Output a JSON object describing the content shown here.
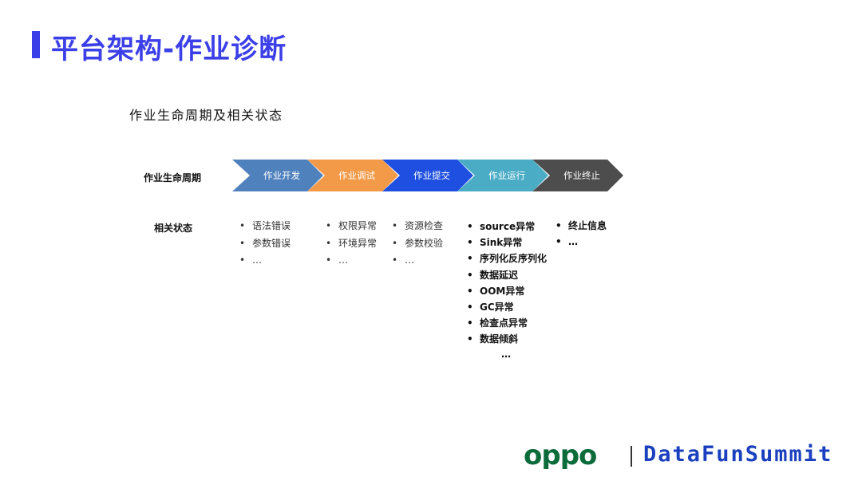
{
  "slide": {
    "title": "平台架构-作业诊断",
    "subtitle": "作业生命周期及相关状态",
    "colors": {
      "accent": "#3b3fe8",
      "brand": "#0b6b3a",
      "brand2": "#1a3fbf"
    }
  },
  "lifecycle": {
    "row_label": "作业生命周期",
    "stages": [
      {
        "label": "作业开发",
        "color": "#4f81bd"
      },
      {
        "label": "作业调试",
        "color": "#f39a48"
      },
      {
        "label": "作业提交",
        "color": "#1f4fe0"
      },
      {
        "label": "作业运行",
        "color": "#4bacc6"
      },
      {
        "label": "作业终止",
        "color": "#4d4d4d"
      }
    ]
  },
  "status": {
    "row_label": "相关状态",
    "columns": [
      [
        "语法错误",
        "参数错误",
        "…"
      ],
      [
        "权限异常",
        "环境异常",
        "…"
      ],
      [
        "资源检查",
        "参数校验",
        "…"
      ],
      [
        "source异常",
        "Sink异常",
        "序列化反序列化",
        "数据延迟",
        "OOM异常",
        "GC异常",
        "检查点异常",
        "数据倾斜"
      ],
      [
        "终止信息",
        "…"
      ]
    ],
    "col4_tail": "…"
  },
  "footer": {
    "oppo_logo": "oppo",
    "datafun_logo": "DataFunSummit"
  }
}
